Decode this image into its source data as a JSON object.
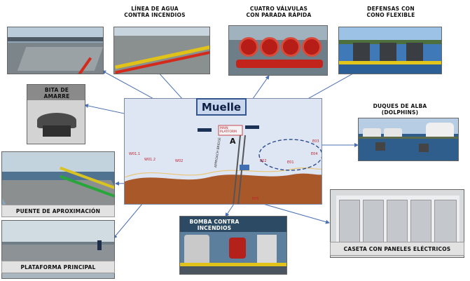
{
  "captions": {
    "linea_agua": "LÍNEA DE AGUA\nCONTRA INCENDIOS",
    "cuatro_valvulas": "CUATRO VÁLVULAS\nCON PARADA RÁPIDA",
    "defensas": "DEFENSAS CON\nCONO FLEXIBLE",
    "bita": "BITA DE\nAMARRE",
    "duques": "DUQUES DE ALBA\n(DOLPHINS)",
    "puente": "PUENTE DE APROXIMACIÓN",
    "plataforma": "PLATAFORMA PRINCIPAL",
    "bomba": "BOMBA CONTRA\nINCENDIOS",
    "caseta": "CASETA CON PANELES ELÉCTRICOS"
  },
  "map": {
    "title": "Muelle",
    "letter": "A",
    "main_platform": "MAIN\nPLATFORM",
    "bridge": "APPROACH BRIDGE",
    "markers": [
      "W01.1",
      "W01.2",
      "W02",
      "E02",
      "E01",
      "E03",
      "E04",
      "E05"
    ]
  },
  "colors": {
    "arrow": "#4a6fb5",
    "dashed_ellipse": "#2b4b8f",
    "marker_text": "#c0202a",
    "shore": "#a9582a"
  }
}
